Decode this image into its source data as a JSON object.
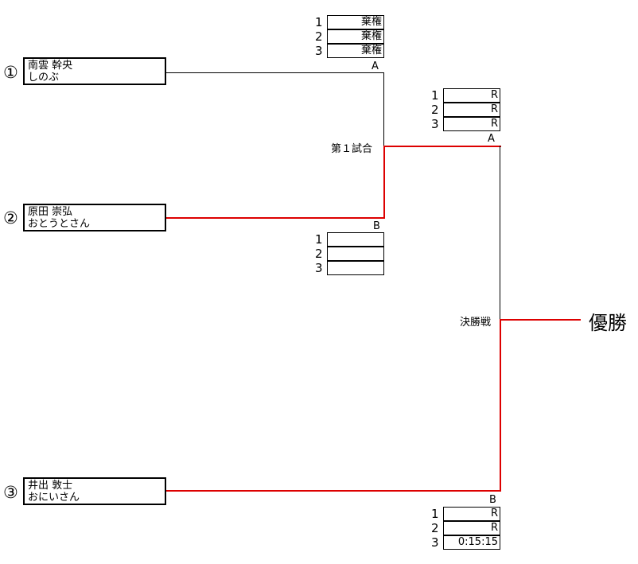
{
  "players": [
    {
      "seed": "①",
      "name": "南雲 幹央",
      "nick": "しのぶ"
    },
    {
      "seed": "②",
      "name": "原田 崇弘",
      "nick": "おとうとさん"
    },
    {
      "seed": "③",
      "name": "井出 敦士",
      "nick": "おにいさん"
    }
  ],
  "match1": {
    "label": "第１試合",
    "side_a": "A",
    "side_b": "B",
    "a_scores": [
      "棄権",
      "棄権",
      "棄権"
    ],
    "b_scores": [
      "",
      "",
      ""
    ]
  },
  "final": {
    "label": "決勝戦",
    "side_a": "A",
    "side_b": "B",
    "a_scores": [
      "R",
      "R",
      "R"
    ],
    "b_scores": [
      "R",
      "R",
      "0:15:15"
    ]
  },
  "set_numbers": [
    "1",
    "2",
    "3"
  ],
  "winner_label": "優勝",
  "colors": {
    "winner_path": "#dd0000",
    "line": "#000000"
  }
}
